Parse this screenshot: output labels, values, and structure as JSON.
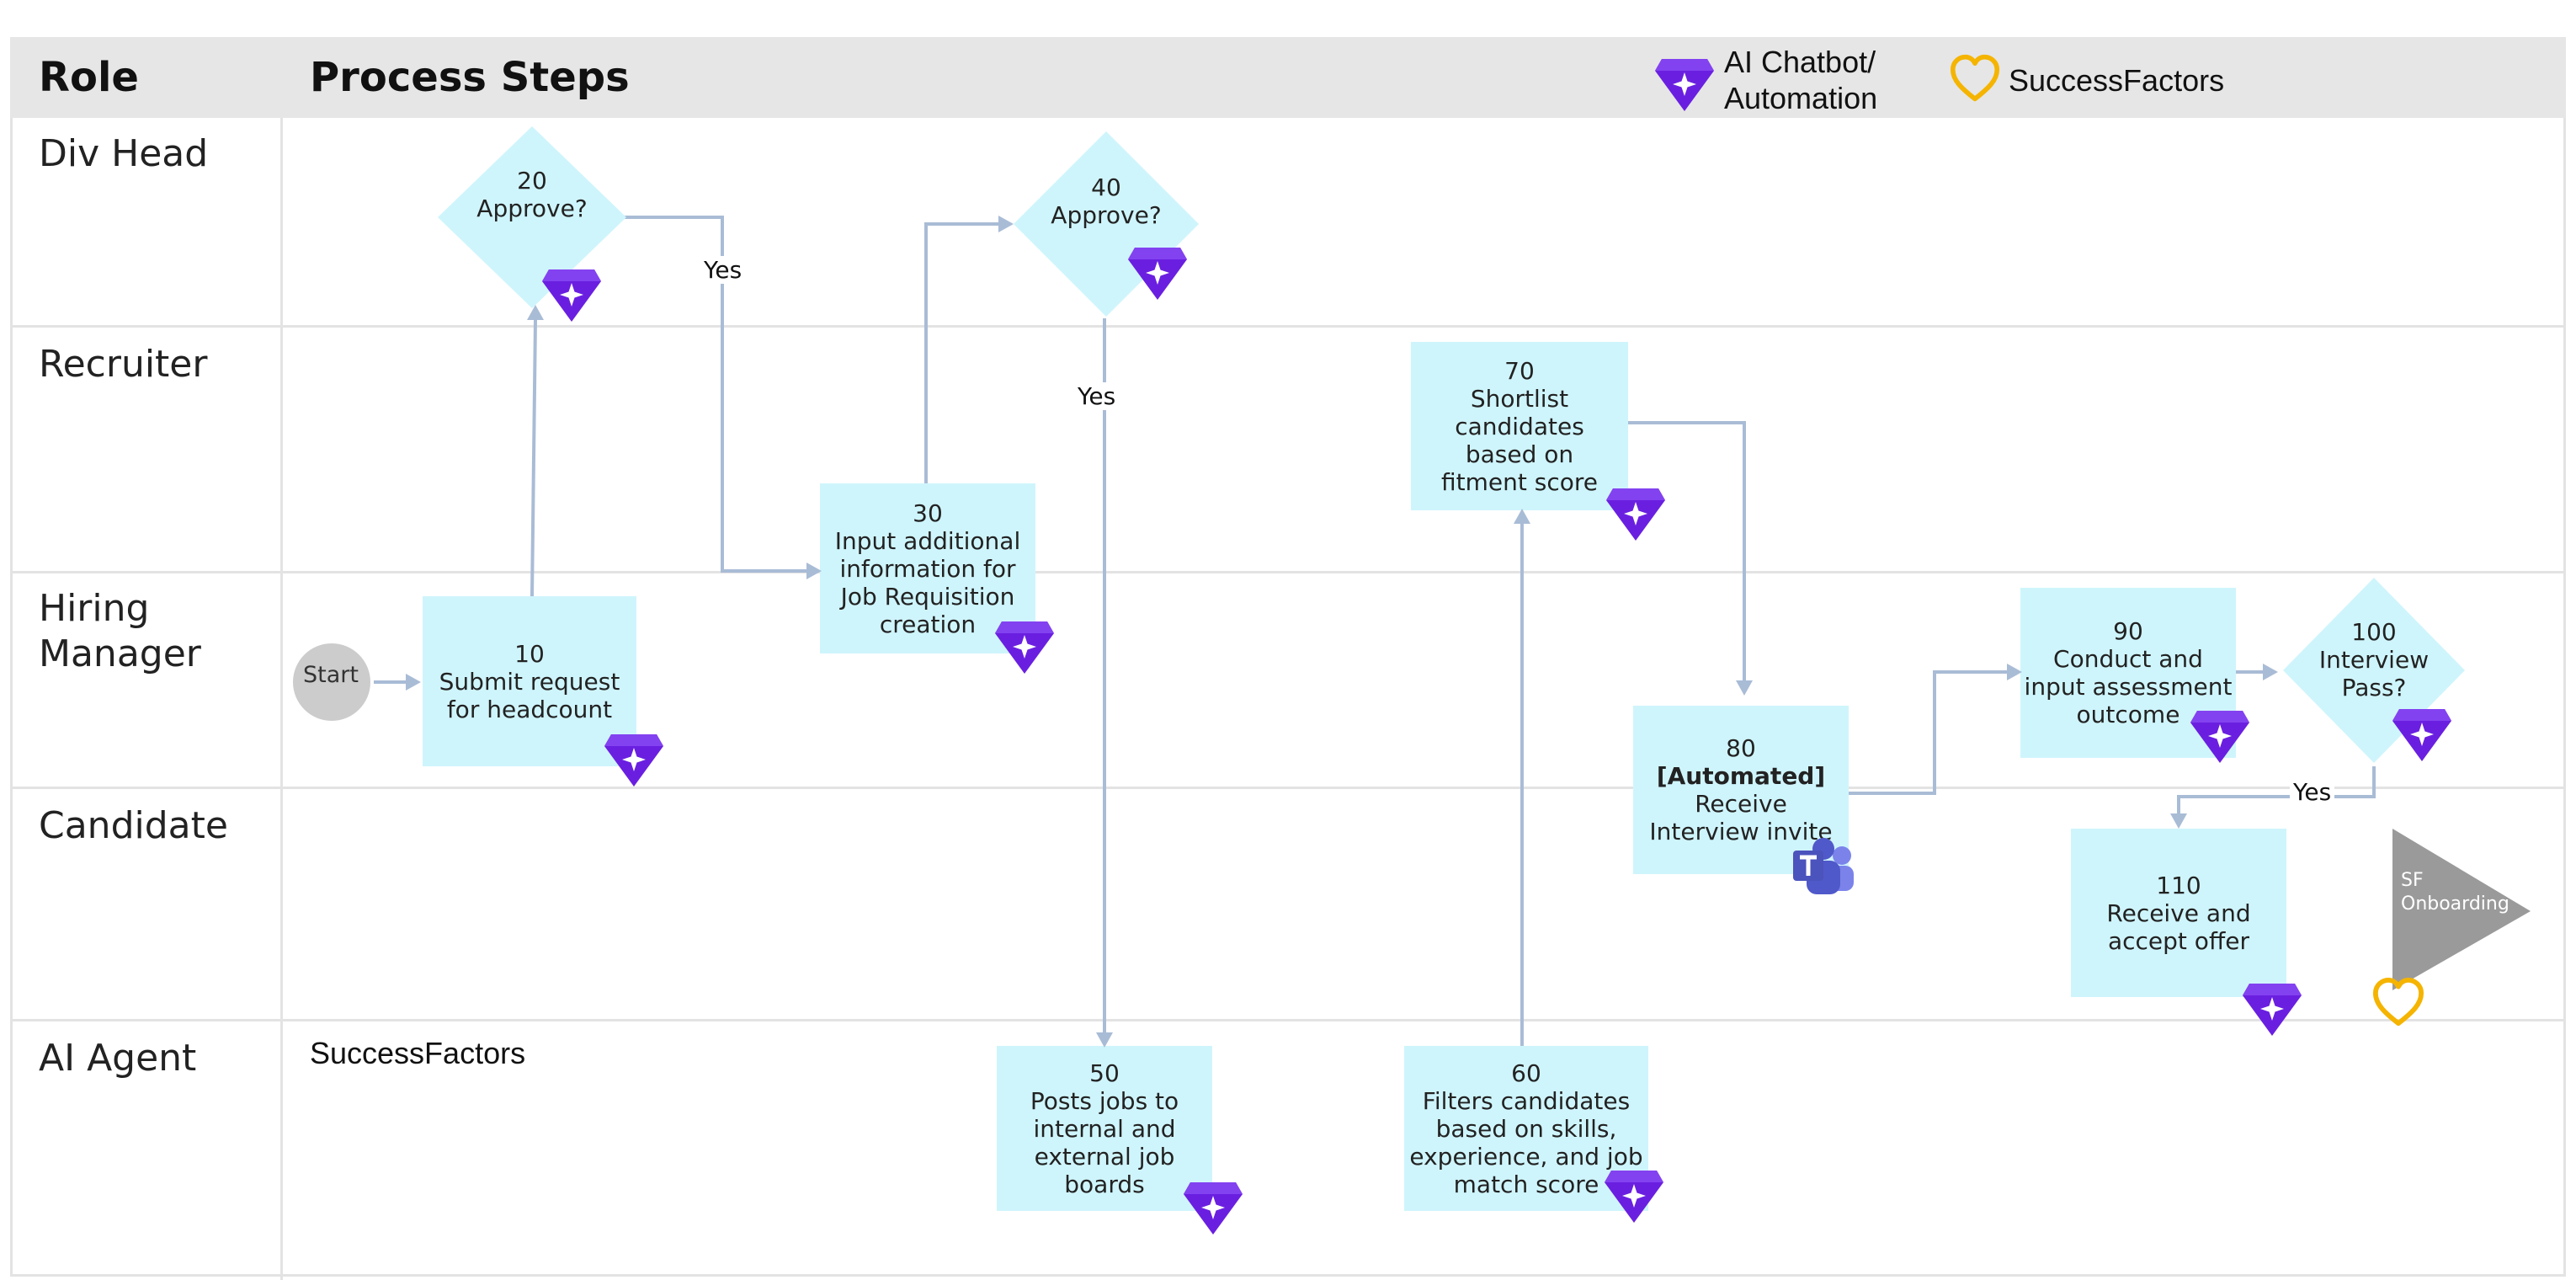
{
  "header": {
    "role_label": "Role",
    "steps_label": "Process Steps"
  },
  "legend": [
    {
      "icon": "diamond-gem-icon",
      "label": "AI Chatbot/\nAutomation"
    },
    {
      "icon": "heart-icon",
      "label": "SuccessFactors"
    }
  ],
  "lanes": [
    {
      "label": "Div Head"
    },
    {
      "label": "Recruiter"
    },
    {
      "label": "Hiring\nManager"
    },
    {
      "label": "Candidate"
    },
    {
      "label": "AI Agent",
      "system": "SuccessFactors"
    }
  ],
  "start": {
    "label": "Start"
  },
  "steps": [
    {
      "id": "10",
      "shape": "process",
      "number": "10",
      "text": "Submit request\nfor headcount",
      "icon": "diamond-gem-icon"
    },
    {
      "id": "20",
      "shape": "decision",
      "number": "20",
      "text": "Approve?",
      "icon": "diamond-gem-icon"
    },
    {
      "id": "30",
      "shape": "process",
      "number": "30",
      "text": "Input additional\ninformation for\nJob Requisition\ncreation",
      "icon": "diamond-gem-icon"
    },
    {
      "id": "40",
      "shape": "decision",
      "number": "40",
      "text": "Approve?",
      "icon": "diamond-gem-icon"
    },
    {
      "id": "50",
      "shape": "process",
      "number": "50",
      "text": "Posts jobs to\ninternal and\nexternal job\nboards",
      "icon": "diamond-gem-icon"
    },
    {
      "id": "60",
      "shape": "process",
      "number": "60",
      "text": "Filters candidates\nbased on skills,\nexperience, and job\nmatch score",
      "icon": "diamond-gem-icon"
    },
    {
      "id": "70",
      "shape": "process",
      "number": "70",
      "text": "Shortlist\ncandidates\nbased on\nfitment score",
      "icon": "diamond-gem-icon"
    },
    {
      "id": "80",
      "shape": "process",
      "number": "80",
      "bold": "[Automated]",
      "text": "Receive\nInterview invite",
      "icon": "teams-icon"
    },
    {
      "id": "90",
      "shape": "process",
      "number": "90",
      "text": "Conduct and\ninput assessment\noutcome",
      "icon": "diamond-gem-icon"
    },
    {
      "id": "100",
      "shape": "decision",
      "number": "100",
      "text": "Interview\nPass?",
      "icon": "diamond-gem-icon"
    },
    {
      "id": "110",
      "shape": "process",
      "number": "110",
      "text": "Receive and\naccept offer",
      "icon": "diamond-gem-icon"
    }
  ],
  "terminal": {
    "label": "SF\nOnboarding",
    "icon": "heart-icon"
  },
  "connector_labels": {
    "yes_20": "Yes",
    "yes_40": "Yes",
    "yes_100": "Yes"
  },
  "colors": {
    "process_fill": "#cff5fc",
    "gem": "#6a1fe0",
    "heart": "#f5b400",
    "arrow": "#a9bcd6",
    "terminal": "#9a9a9a",
    "header_bg": "#e6e6e6"
  }
}
